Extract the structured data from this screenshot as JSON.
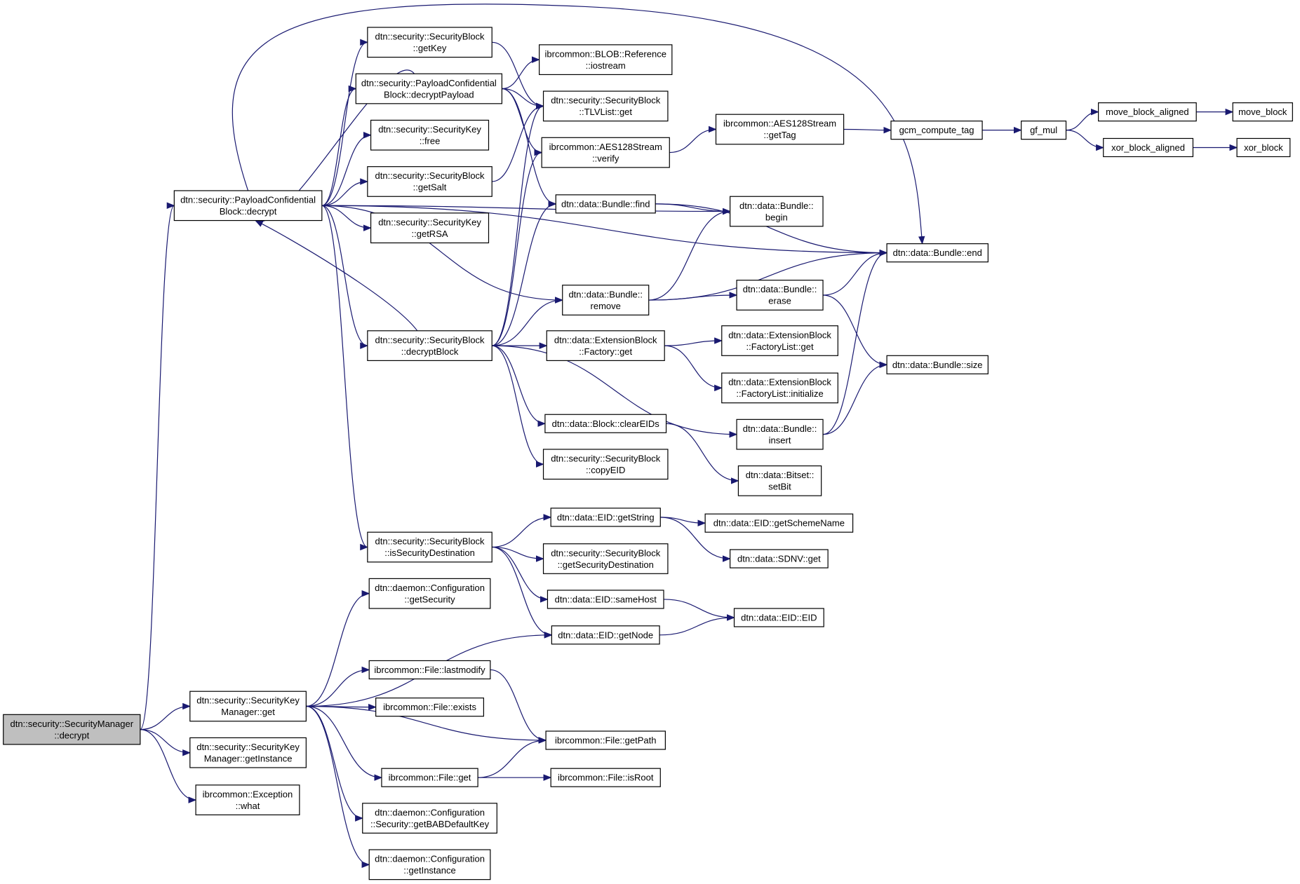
{
  "diagram": {
    "colors": {
      "edge": "#191970",
      "node_fill": "#ffffff",
      "root_fill": "#bfbfbf",
      "border": "#000000"
    },
    "nodes": [
      {
        "id": "sm_decrypt",
        "lines": [
          "dtn::security::SecurityManager",
          "::decrypt"
        ],
        "root": true
      },
      {
        "id": "pcb_decrypt",
        "lines": [
          "dtn::security::PayloadConfidential",
          "Block::decrypt"
        ]
      },
      {
        "id": "skm_get",
        "lines": [
          "dtn::security::SecurityKey",
          "Manager::get"
        ]
      },
      {
        "id": "skm_getInstance",
        "lines": [
          "dtn::security::SecurityKey",
          "Manager::getInstance"
        ]
      },
      {
        "id": "exc_what",
        "lines": [
          "ibrcommon::Exception",
          "::what"
        ]
      },
      {
        "id": "sb_getKey",
        "lines": [
          "dtn::security::SecurityBlock",
          "::getKey"
        ]
      },
      {
        "id": "pcb_decryptPayload",
        "lines": [
          "dtn::security::PayloadConfidential",
          "Block::decryptPayload"
        ]
      },
      {
        "id": "sk_free",
        "lines": [
          "dtn::security::SecurityKey",
          "::free"
        ]
      },
      {
        "id": "sb_getSalt",
        "lines": [
          "dtn::security::SecurityBlock",
          "::getSalt"
        ]
      },
      {
        "id": "sk_getRSA",
        "lines": [
          "dtn::security::SecurityKey",
          "::getRSA"
        ]
      },
      {
        "id": "sb_decryptBlock",
        "lines": [
          "dtn::security::SecurityBlock",
          "::decryptBlock"
        ]
      },
      {
        "id": "sb_isSecDest",
        "lines": [
          "dtn::security::SecurityBlock",
          "::isSecurityDestination"
        ]
      },
      {
        "id": "cfg_getSecurity",
        "lines": [
          "dtn::daemon::Configuration",
          "::getSecurity"
        ]
      },
      {
        "id": "file_lastmodify",
        "lines": [
          "ibrcommon::File::lastmodify"
        ]
      },
      {
        "id": "file_exists",
        "lines": [
          "ibrcommon::File::exists"
        ]
      },
      {
        "id": "file_get",
        "lines": [
          "ibrcommon::File::get"
        ]
      },
      {
        "id": "cfg_getBAB",
        "lines": [
          "dtn::daemon::Configuration",
          "::Security::getBABDefaultKey"
        ]
      },
      {
        "id": "cfg_getInstance",
        "lines": [
          "dtn::daemon::Configuration",
          "::getInstance"
        ]
      },
      {
        "id": "blob_iostream",
        "lines": [
          "ibrcommon::BLOB::Reference",
          "::iostream"
        ]
      },
      {
        "id": "tlv_get",
        "lines": [
          "dtn::security::SecurityBlock",
          "::TLVList::get"
        ]
      },
      {
        "id": "aes_verify",
        "lines": [
          "ibrcommon::AES128Stream",
          "::verify"
        ]
      },
      {
        "id": "bundle_find",
        "lines": [
          "dtn::data::Bundle::find"
        ]
      },
      {
        "id": "bundle_remove",
        "lines": [
          "dtn::data::Bundle::",
          "remove"
        ]
      },
      {
        "id": "ext_factory_get",
        "lines": [
          "dtn::data::ExtensionBlock",
          "::Factory::get"
        ]
      },
      {
        "id": "block_clearEIDs",
        "lines": [
          "dtn::data::Block::clearEIDs"
        ]
      },
      {
        "id": "sb_copyEID",
        "lines": [
          "dtn::security::SecurityBlock",
          "::copyEID"
        ]
      },
      {
        "id": "eid_getString",
        "lines": [
          "dtn::data::EID::getString"
        ]
      },
      {
        "id": "sb_getSecDest",
        "lines": [
          "dtn::security::SecurityBlock",
          "::getSecurityDestination"
        ]
      },
      {
        "id": "eid_sameHost",
        "lines": [
          "dtn::data::EID::sameHost"
        ]
      },
      {
        "id": "eid_getNode",
        "lines": [
          "dtn::data::EID::getNode"
        ]
      },
      {
        "id": "file_getPath",
        "lines": [
          "ibrcommon::File::getPath"
        ]
      },
      {
        "id": "file_isRoot",
        "lines": [
          "ibrcommon::File::isRoot"
        ]
      },
      {
        "id": "aes_getTag",
        "lines": [
          "ibrcommon::AES128Stream",
          "::getTag"
        ]
      },
      {
        "id": "bundle_begin",
        "lines": [
          "dtn::data::Bundle::",
          "begin"
        ]
      },
      {
        "id": "bundle_erase",
        "lines": [
          "dtn::data::Bundle::",
          "erase"
        ]
      },
      {
        "id": "factorylist_get",
        "lines": [
          "dtn::data::ExtensionBlock",
          "::FactoryList::get"
        ]
      },
      {
        "id": "factorylist_init",
        "lines": [
          "dtn::data::ExtensionBlock",
          "::FactoryList::initialize"
        ]
      },
      {
        "id": "bundle_insert",
        "lines": [
          "dtn::data::Bundle::",
          "insert"
        ]
      },
      {
        "id": "bitset_setBit",
        "lines": [
          "dtn::data::Bitset::",
          "setBit"
        ]
      },
      {
        "id": "eid_getSchemeName",
        "lines": [
          "dtn::data::EID::getSchemeName"
        ]
      },
      {
        "id": "sdnv_get",
        "lines": [
          "dtn::data::SDNV::get"
        ]
      },
      {
        "id": "eid_EID",
        "lines": [
          "dtn::data::EID::EID"
        ]
      },
      {
        "id": "gcm_compute_tag",
        "lines": [
          "gcm_compute_tag"
        ]
      },
      {
        "id": "bundle_end",
        "lines": [
          "dtn::data::Bundle::end"
        ]
      },
      {
        "id": "bundle_size",
        "lines": [
          "dtn::data::Bundle::size"
        ]
      },
      {
        "id": "gf_mul",
        "lines": [
          "gf_mul"
        ]
      },
      {
        "id": "move_block_aligned",
        "lines": [
          "move_block_aligned"
        ]
      },
      {
        "id": "xor_block_aligned",
        "lines": [
          "xor_block_aligned"
        ]
      },
      {
        "id": "move_block",
        "lines": [
          "move_block"
        ]
      },
      {
        "id": "xor_block",
        "lines": [
          "xor_block"
        ]
      }
    ],
    "edges": [
      [
        "sm_decrypt",
        "pcb_decrypt"
      ],
      [
        "sm_decrypt",
        "skm_get"
      ],
      [
        "sm_decrypt",
        "skm_getInstance"
      ],
      [
        "sm_decrypt",
        "exc_what"
      ],
      [
        "pcb_decrypt",
        "sb_getKey"
      ],
      [
        "pcb_decrypt",
        "pcb_decryptPayload"
      ],
      [
        "pcb_decrypt",
        "sk_free"
      ],
      [
        "pcb_decrypt",
        "sb_getSalt"
      ],
      [
        "pcb_decrypt",
        "sk_getRSA"
      ],
      [
        "pcb_decrypt",
        "sb_decryptBlock"
      ],
      [
        "pcb_decrypt",
        "sb_isSecDest"
      ],
      [
        "pcb_decrypt",
        "bundle_remove"
      ],
      [
        "pcb_decrypt",
        "bundle_begin"
      ],
      [
        "pcb_decrypt",
        "bundle_end"
      ],
      [
        "pcb_decrypt",
        "bundle_end_top"
      ],
      [
        "sb_getKey",
        "tlv_get"
      ],
      [
        "sb_getSalt",
        "tlv_get"
      ],
      [
        "pcb_decryptPayload",
        "pcb_decrypt"
      ],
      [
        "pcb_decryptPayload",
        "blob_iostream"
      ],
      [
        "pcb_decryptPayload",
        "tlv_get"
      ],
      [
        "pcb_decryptPayload",
        "aes_verify"
      ],
      [
        "pcb_decryptPayload",
        "bundle_find"
      ],
      [
        "sb_decryptBlock",
        "pcb_decrypt"
      ],
      [
        "sb_decryptBlock",
        "tlv_get"
      ],
      [
        "sb_decryptBlock",
        "aes_verify"
      ],
      [
        "sb_decryptBlock",
        "bundle_find"
      ],
      [
        "sb_decryptBlock",
        "bundle_remove"
      ],
      [
        "sb_decryptBlock",
        "ext_factory_get"
      ],
      [
        "sb_decryptBlock",
        "block_clearEIDs"
      ],
      [
        "sb_decryptBlock",
        "sb_copyEID"
      ],
      [
        "sb_decryptBlock",
        "bundle_insert"
      ],
      [
        "aes_verify",
        "aes_getTag"
      ],
      [
        "aes_getTag",
        "gcm_compute_tag"
      ],
      [
        "gcm_compute_tag",
        "gf_mul"
      ],
      [
        "gf_mul",
        "move_block_aligned"
      ],
      [
        "gf_mul",
        "xor_block_aligned"
      ],
      [
        "move_block_aligned",
        "move_block"
      ],
      [
        "xor_block_aligned",
        "xor_block"
      ],
      [
        "bundle_find",
        "bundle_begin"
      ],
      [
        "bundle_find",
        "bundle_end"
      ],
      [
        "bundle_remove",
        "bundle_begin"
      ],
      [
        "bundle_remove",
        "bundle_end"
      ],
      [
        "bundle_remove",
        "bundle_erase"
      ],
      [
        "bundle_erase",
        "bundle_end"
      ],
      [
        "bundle_erase",
        "bundle_size"
      ],
      [
        "ext_factory_get",
        "factorylist_get"
      ],
      [
        "ext_factory_get",
        "factorylist_init"
      ],
      [
        "bundle_insert",
        "bundle_end"
      ],
      [
        "bundle_insert",
        "bundle_size"
      ],
      [
        "block_clearEIDs",
        "bitset_setBit"
      ],
      [
        "sb_isSecDest",
        "eid_getString"
      ],
      [
        "sb_isSecDest",
        "sb_getSecDest"
      ],
      [
        "sb_isSecDest",
        "eid_sameHost"
      ],
      [
        "sb_isSecDest",
        "eid_getNode"
      ],
      [
        "eid_getString",
        "eid_getSchemeName"
      ],
      [
        "eid_getString",
        "sdnv_get"
      ],
      [
        "eid_sameHost",
        "eid_EID"
      ],
      [
        "eid_getNode",
        "eid_EID"
      ],
      [
        "skm_get",
        "cfg_getSecurity"
      ],
      [
        "skm_get",
        "eid_getNode"
      ],
      [
        "skm_get",
        "file_lastmodify"
      ],
      [
        "skm_get",
        "file_exists"
      ],
      [
        "skm_get",
        "file_getPath"
      ],
      [
        "skm_get",
        "file_get"
      ],
      [
        "skm_get",
        "cfg_getBAB"
      ],
      [
        "skm_get",
        "cfg_getInstance"
      ],
      [
        "file_lastmodify",
        "file_getPath"
      ],
      [
        "file_get",
        "file_getPath"
      ],
      [
        "file_get",
        "file_isRoot"
      ]
    ]
  }
}
